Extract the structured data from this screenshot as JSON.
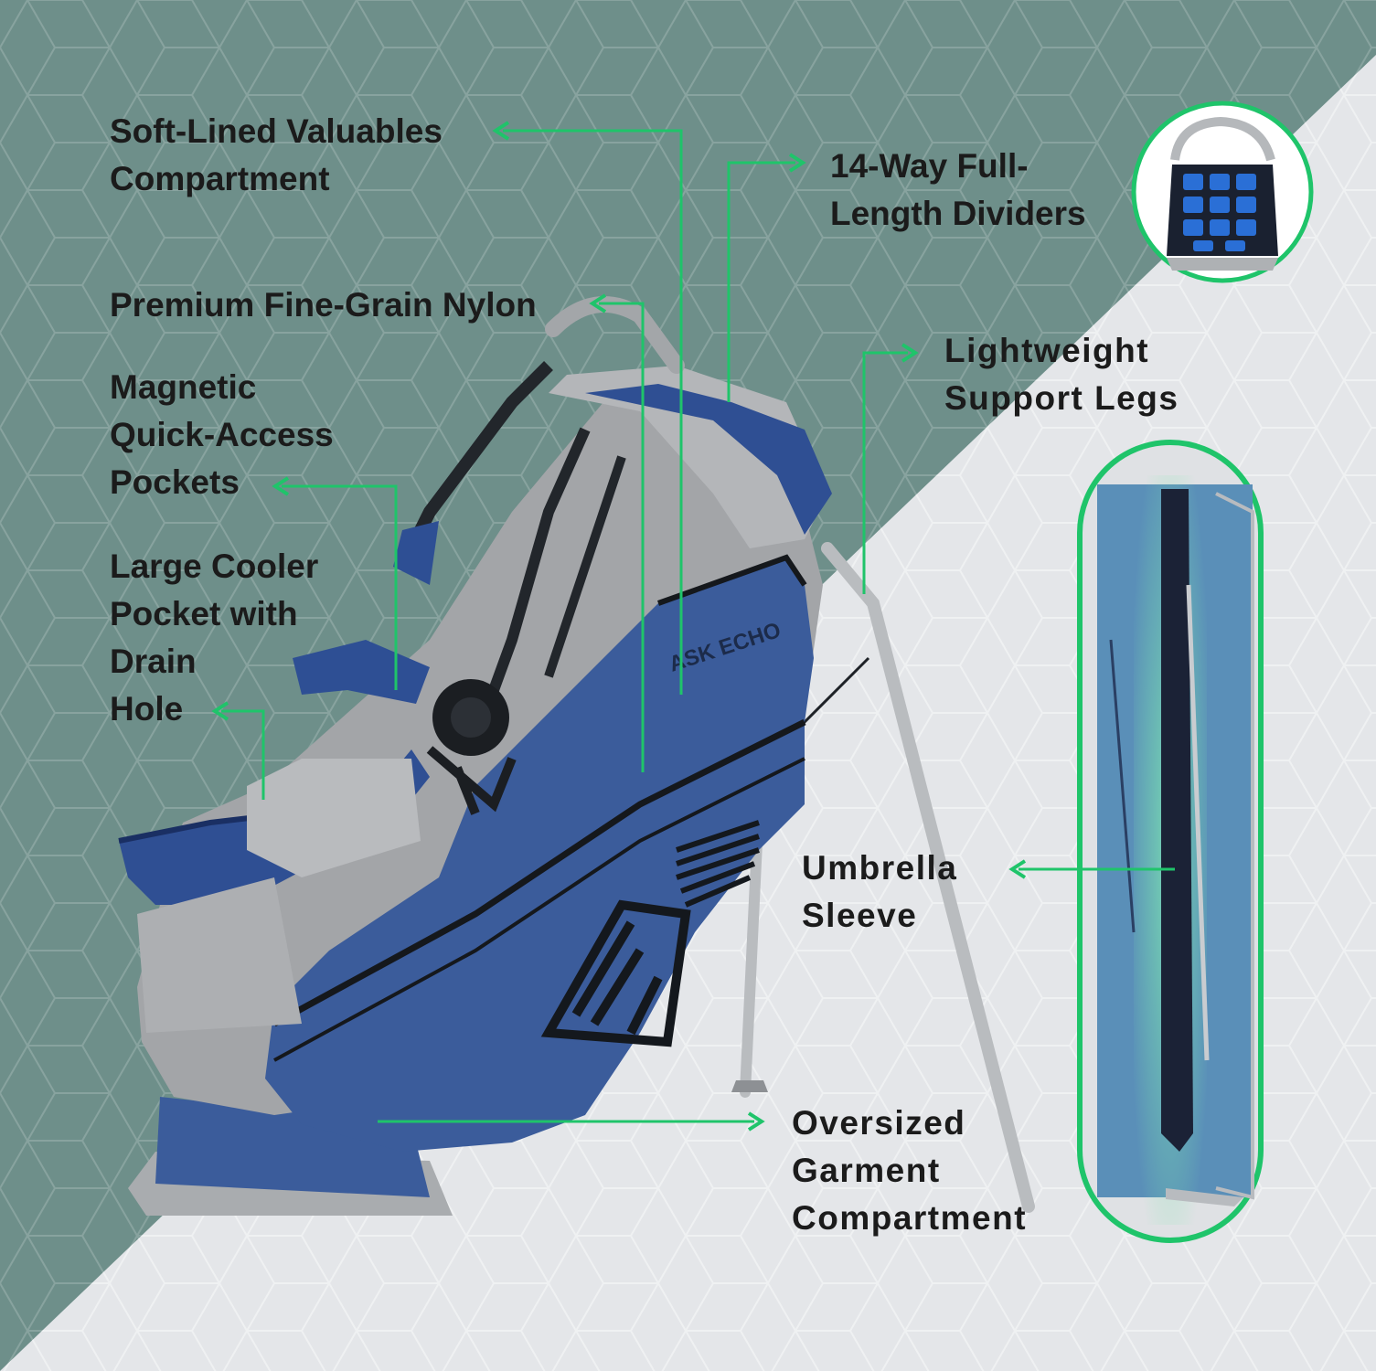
{
  "brand_text": "ASK ECHO",
  "colors": {
    "teal_background": "#6e8f8a",
    "light_background": "#e4e6e9",
    "accent_green": "#1fc46a",
    "bag_blue": "#3b5c9b",
    "bag_grey": "#a3a5a8"
  },
  "callouts": {
    "valuables": [
      "Soft-Lined Valuables",
      "Compartment"
    ],
    "dividers": [
      "14-Way Full-",
      "Length Dividers"
    ],
    "nylon": [
      "Premium Fine-Grain Nylon"
    ],
    "magnetic": [
      "Magnetic",
      "Quick-Access",
      "Pockets"
    ],
    "legs": [
      "Lightweight",
      "Support Legs"
    ],
    "cooler": [
      "Large Cooler",
      "Pocket with",
      "Drain",
      "Hole"
    ],
    "umbrella": [
      "Umbrella",
      "Sleeve"
    ],
    "garment": [
      "Oversized",
      "Garment",
      "Compartment"
    ]
  }
}
